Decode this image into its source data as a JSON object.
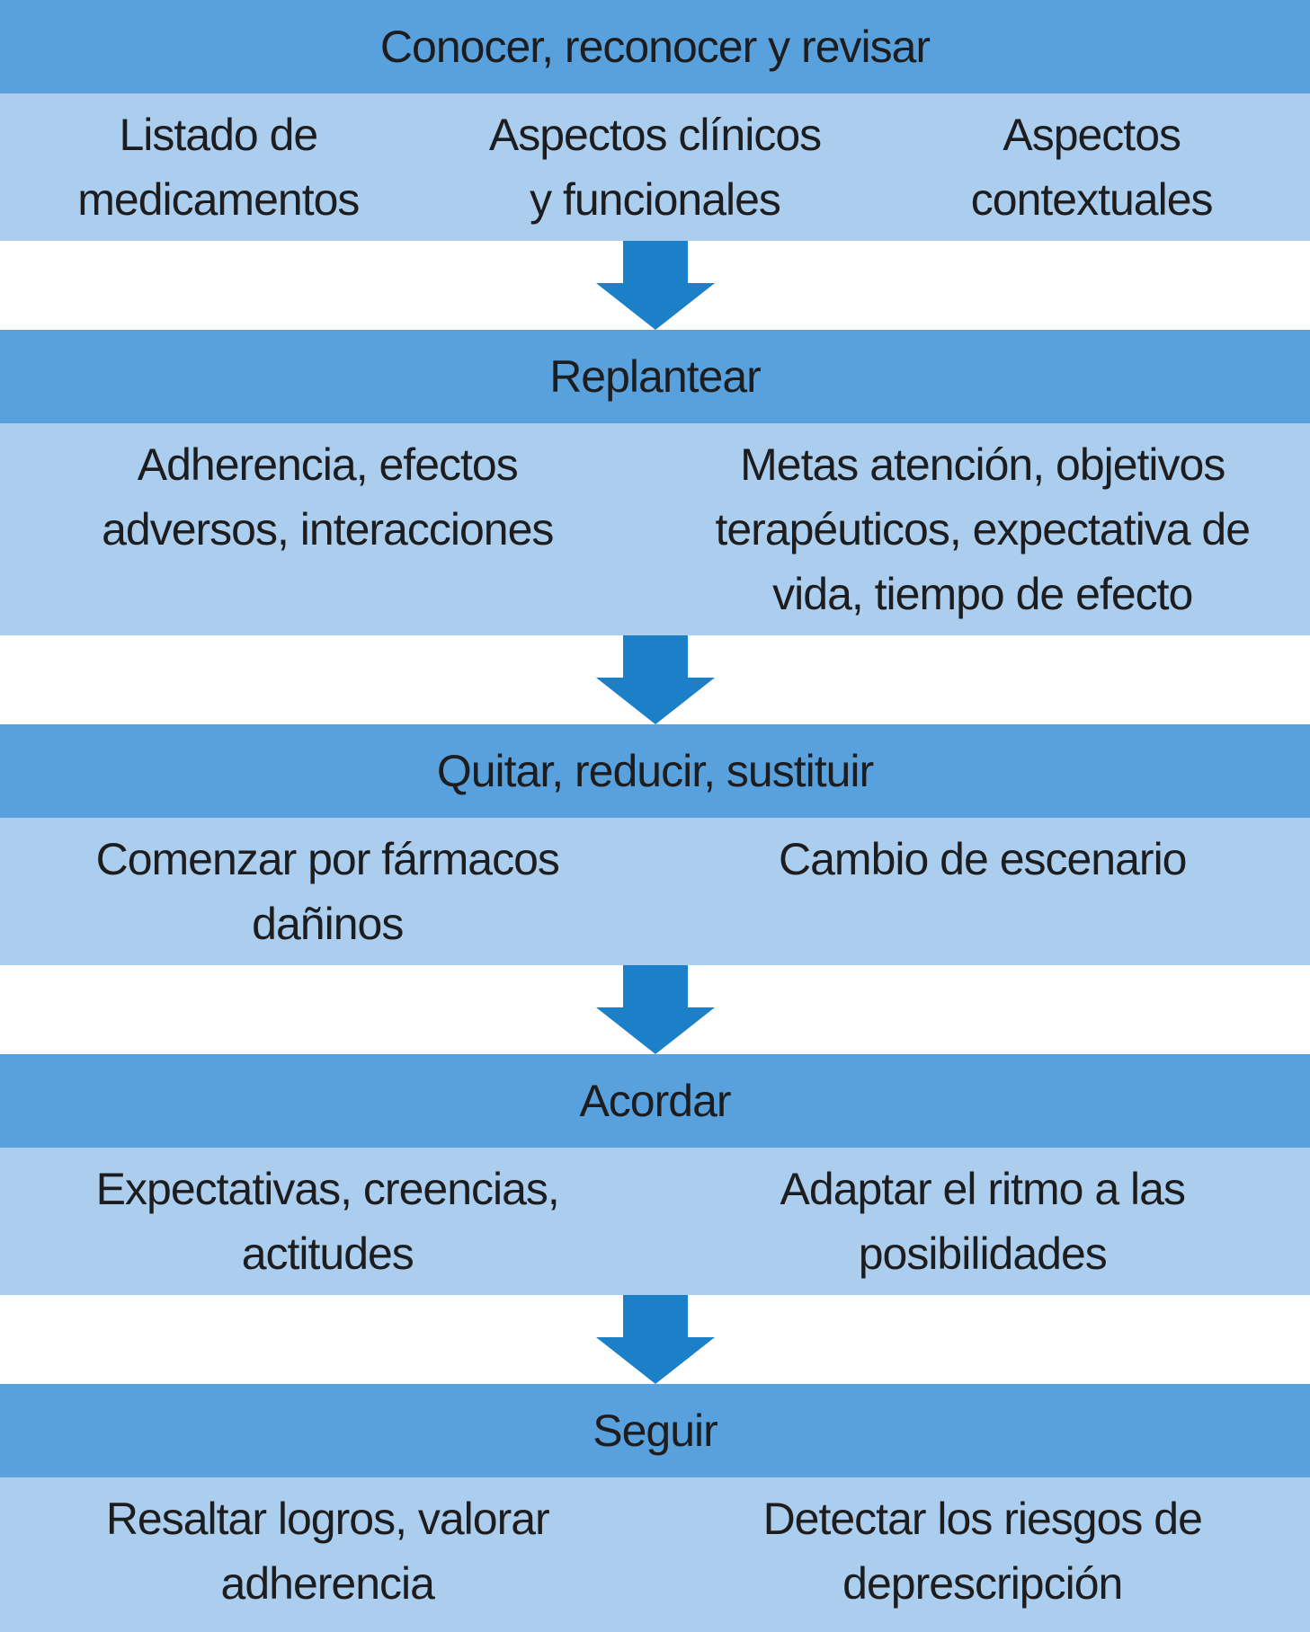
{
  "colors": {
    "header_bg": "#58a1dc",
    "band_bg": "#abcdee",
    "arrow": "#1b80c8",
    "text": "#1d1d1f"
  },
  "diagram": {
    "language": "es",
    "sections": [
      {
        "title": "Conocer, reconocer y revisar",
        "cells": [
          "Listado de\nmedicamentos",
          "Aspectos clínicos\ny funcionales",
          "Aspectos\ncontextuales"
        ]
      },
      {
        "title": "Replantear",
        "cells": [
          "Adherencia, efectos\nadversos, interacciones",
          "Metas atención, objetivos\nterapéuticos, expectativa de\nvida, tiempo de efecto"
        ]
      },
      {
        "title": "Quitar, reducir, sustituir",
        "cells": [
          "Comenzar por fármacos\ndañinos",
          "Cambio de escenario"
        ]
      },
      {
        "title": "Acordar",
        "cells": [
          "Expectativas, creencias,\nactitudes",
          "Adaptar el ritmo a las\nposibilidades"
        ]
      },
      {
        "title": "Seguir",
        "cells": [
          "Resaltar logros, valorar\nadherencia",
          "Detectar los riesgos de\ndeprescripción"
        ]
      }
    ]
  }
}
